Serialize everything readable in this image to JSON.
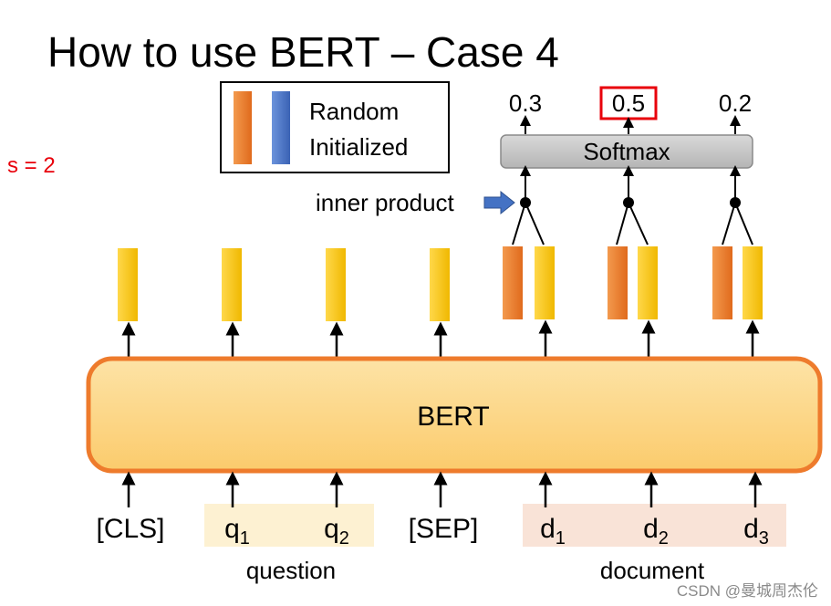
{
  "title": "How to use BERT – Case 4",
  "s_note": "s = 2",
  "legend": {
    "line1": "Random",
    "line2": "Initialized"
  },
  "inner_product_label": "inner product",
  "softmax_label": "Softmax",
  "bert_label": "BERT",
  "probabilities": [
    {
      "value": "0.3",
      "highlighted": false
    },
    {
      "value": "0.5",
      "highlighted": true
    },
    {
      "value": "0.2",
      "highlighted": false
    }
  ],
  "tokens": [
    {
      "base": "[CLS]",
      "sub": ""
    },
    {
      "base": "q",
      "sub": "1"
    },
    {
      "base": "q",
      "sub": "2"
    },
    {
      "base": "[SEP]",
      "sub": ""
    },
    {
      "base": "d",
      "sub": "1"
    },
    {
      "base": "d",
      "sub": "2"
    },
    {
      "base": "d",
      "sub": "3"
    }
  ],
  "groups": {
    "question": "question",
    "document": "document"
  },
  "watermark": "CSDN @曼城周杰伦",
  "colors": {
    "yellow": "#f5c400",
    "orange": "#ee7b2c",
    "blue": "#4472c4",
    "bert_fill": "#fdd98a",
    "bert_border": "#ee7b2c",
    "question_bg": "#fdf1d2",
    "document_bg": "#f9e3d7",
    "highlight": "#e8000b",
    "s_note": "#e8000b"
  }
}
